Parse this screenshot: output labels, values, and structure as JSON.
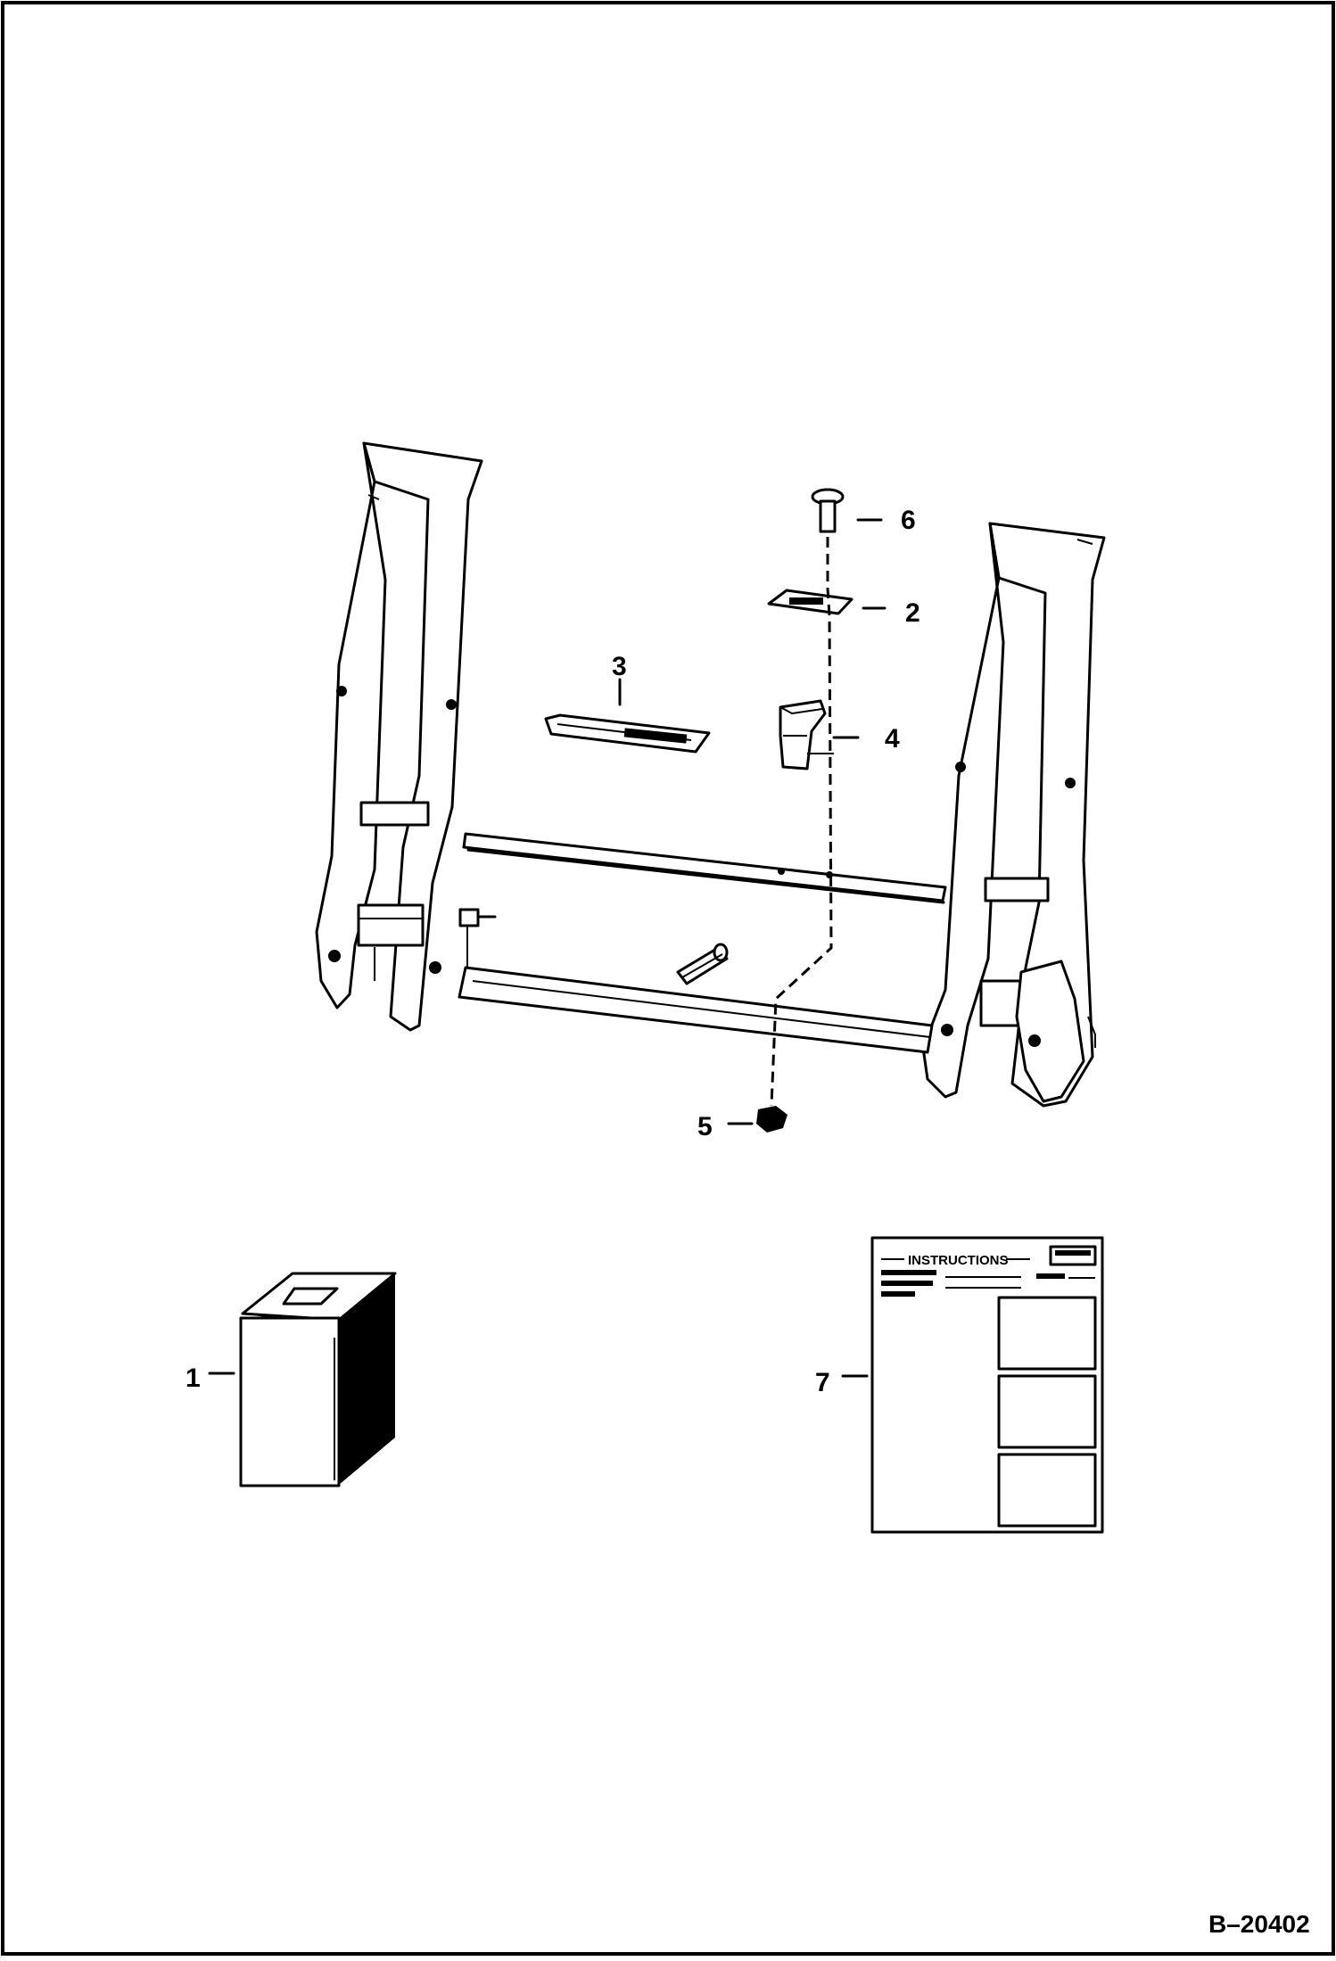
{
  "figure_number": "B–20402",
  "callouts": {
    "c1": "1",
    "c2": "2",
    "c3": "3",
    "c4": "4",
    "c5": "5",
    "c6": "6",
    "c7": "7"
  },
  "instruction_sheet": {
    "heading": "INSTRUCTIONS"
  }
}
